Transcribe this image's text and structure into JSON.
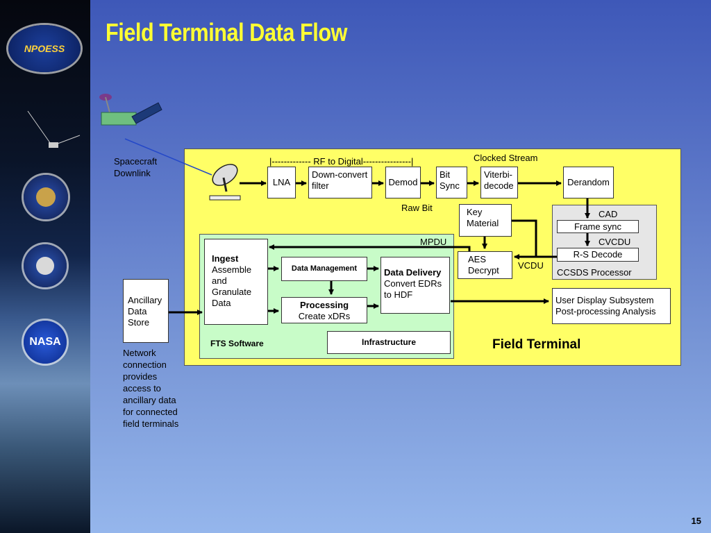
{
  "title": "Field Terminal Data Flow",
  "page_number": "15",
  "sidebar": {
    "npoess_logo": "NPOESS",
    "nasa_logo": "NASA"
  },
  "labels": {
    "spacecraft_line1": "Spacecraft",
    "spacecraft_line2": "Downlink",
    "rf_to_digital": "|------------- RF to Digital----------------|",
    "clocked_stream": "Clocked Stream",
    "raw_bit": "Raw Bit",
    "mpdu": "MPDU",
    "vcdu": "VCDU",
    "cad": "CAD",
    "cvcdu": "CVCDU",
    "ccsds_processor": "CCSDS Processor",
    "field_terminal": "Field Terminal",
    "fts_software": "FTS Software",
    "network_note": [
      "Network",
      "connection",
      "provides",
      "access to",
      "ancillary data",
      "for connected",
      "field terminals"
    ]
  },
  "blocks": {
    "lna": "LNA",
    "downconvert": [
      "Down-convert",
      "filter"
    ],
    "demod": "Demod",
    "bitsync": [
      "Bit",
      "Sync"
    ],
    "viterbi": [
      "Viterbi-",
      "decode"
    ],
    "derandom": "Derandom",
    "key_material": [
      "Key",
      "Material"
    ],
    "frame_sync": "Frame sync",
    "rs_decode": "R-S Decode",
    "aes_decrypt": [
      "AES",
      "Decrypt"
    ],
    "ingest_title": "Ingest",
    "ingest_body": [
      "Assemble",
      "and",
      "Granulate",
      "Data"
    ],
    "data_management": "Data Management",
    "processing_title": "Processing",
    "processing_body": "Create xDRs",
    "data_delivery_title": "Data Delivery",
    "data_delivery_body": [
      "Convert EDRs",
      "to HDF"
    ],
    "infrastructure": "Infrastructure",
    "ancillary": [
      "Ancillary",
      "Data",
      "Store"
    ],
    "user_display": [
      "User Display Subsystem",
      "Post-processing Analysis"
    ]
  }
}
